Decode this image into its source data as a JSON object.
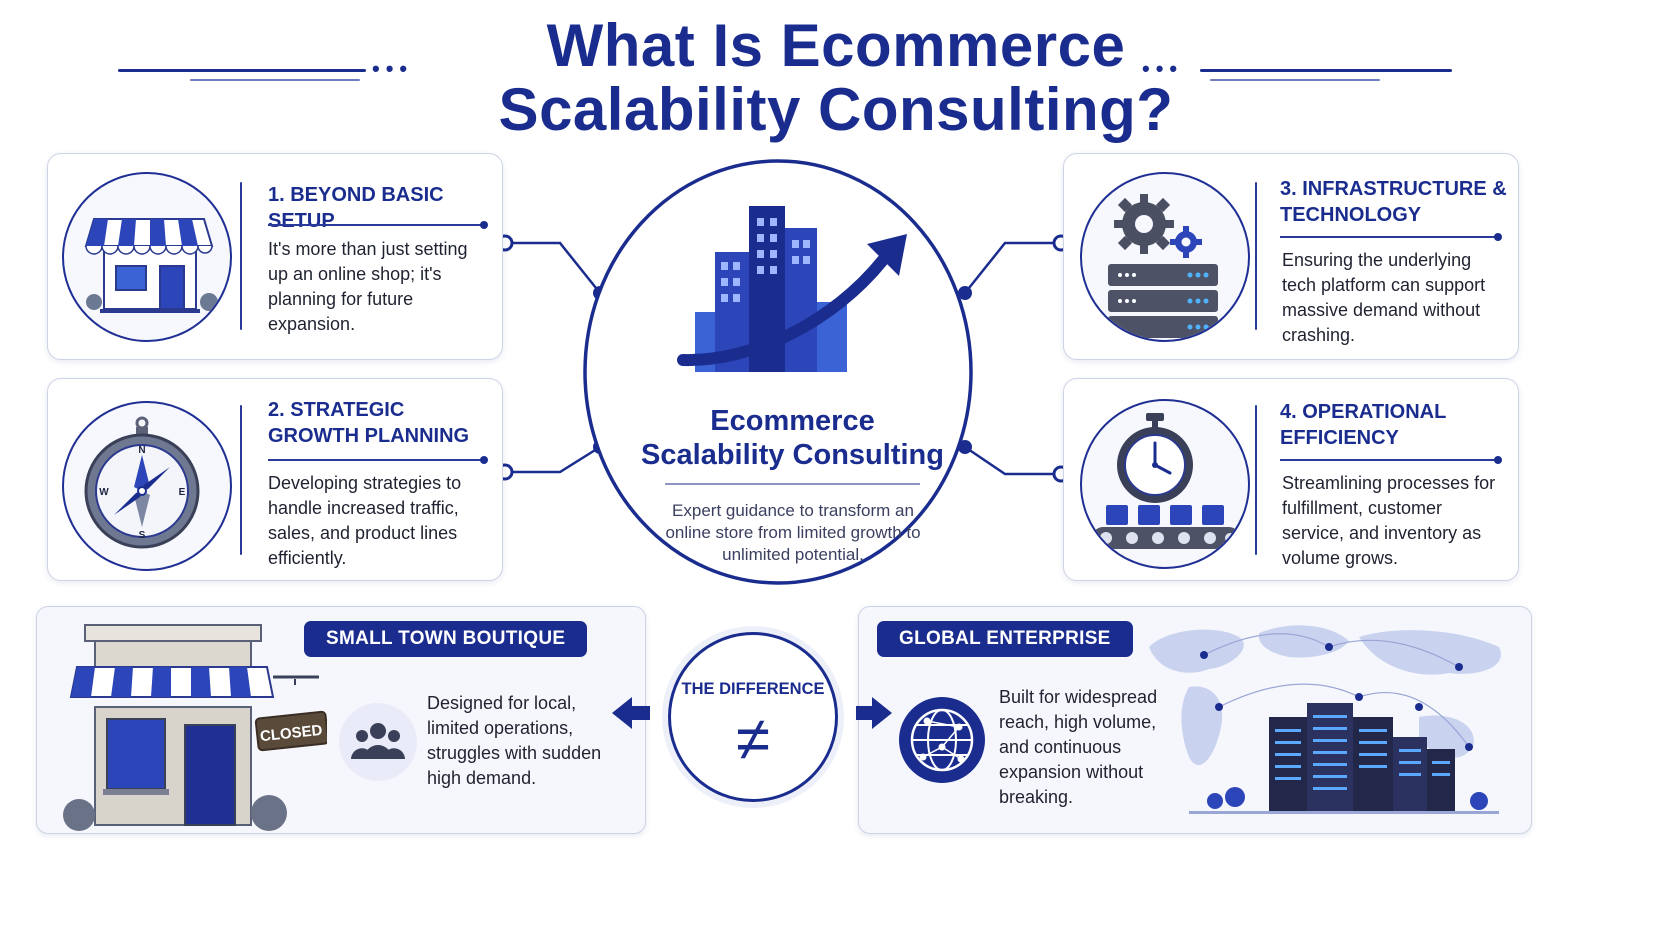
{
  "title": "What Is Ecommerce\nScalability Consulting?",
  "title_line1": "What Is Ecommerce",
  "title_line2": "Scalability Consulting?",
  "colors": {
    "primary": "#1a2d8f",
    "accent": "#3b6fe0",
    "card_border": "#cdd3e6",
    "text": "#1f2230"
  },
  "center": {
    "name": "Ecommerce\nScalability Consulting",
    "description": "Expert guidance to transform an online store from limited growth to unlimited potential.",
    "icon": "growing-buildings-arrow-icon"
  },
  "cards": [
    {
      "heading": "1. BEYOND BASIC SETUP",
      "text": "It's more than just setting up an online shop; it's planning for future expansion.",
      "icon": "storefront-icon"
    },
    {
      "heading": "2. STRATEGIC\n    GROWTH PLANNING",
      "text": "Developing strategies to handle increased traffic, sales, and product lines efficiently.",
      "icon": "compass-icon"
    },
    {
      "heading": "3. INFRASTRUCTURE &\n    TECHNOLOGY",
      "text": "Ensuring the underlying tech platform can support massive demand without crashing.",
      "icon": "gears-servers-icon"
    },
    {
      "heading": "4. OPERATIONAL\n    EFFICIENCY",
      "text": "Streamlining processes for fulfillment, customer service, and inventory as volume grows.",
      "icon": "stopwatch-conveyor-icon"
    }
  ],
  "compass_letters": {
    "n": "N",
    "s": "S",
    "e": "E",
    "w": "W"
  },
  "comparison": {
    "left": {
      "label": "SMALL TOWN BOUTIQUE",
      "text": "Designed for local, limited operations, struggles with sudden high demand.",
      "sign": "CLOSED",
      "icon": "people-group-icon"
    },
    "middle": {
      "label": "THE DIFFERENCE",
      "symbol": "≠"
    },
    "right": {
      "label": "GLOBAL ENTERPRISE",
      "text": "Built for widespread reach, high volume, and continuous expansion without breaking.",
      "icon": "globe-network-icon"
    }
  }
}
